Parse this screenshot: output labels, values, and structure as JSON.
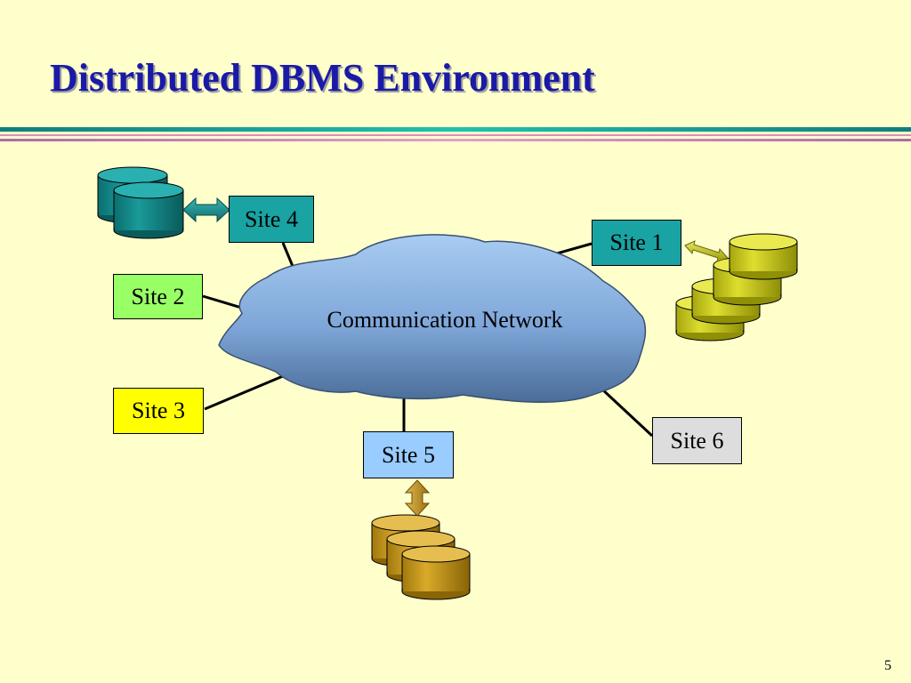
{
  "slide": {
    "title": "Distributed DBMS Environment",
    "number": "5"
  },
  "network": {
    "label": "Communication Network"
  },
  "sites": [
    {
      "id": "site-1",
      "label": "Site 1",
      "color": "#19a3a3"
    },
    {
      "id": "site-2",
      "label": "Site 2",
      "color": "#99ff66"
    },
    {
      "id": "site-3",
      "label": "Site 3",
      "color": "#ffff00"
    },
    {
      "id": "site-4",
      "label": "Site 4",
      "color": "#19a3a3"
    },
    {
      "id": "site-5",
      "label": "Site 5",
      "color": "#99ccff"
    },
    {
      "id": "site-6",
      "label": "Site 6",
      "color": "#dddddd"
    }
  ],
  "databases": [
    {
      "site": "site-4",
      "color": "teal-database-icon"
    },
    {
      "site": "site-1",
      "color": "olive-database-icon"
    },
    {
      "site": "site-5",
      "color": "gold-database-icon"
    }
  ],
  "colors": {
    "background": "#ffffcc",
    "title": "#1a1aa6",
    "cloud": "#7ea6d8",
    "teal_db": "#138585",
    "olive_db": "#c8c81e",
    "gold_db": "#c99a1a"
  }
}
